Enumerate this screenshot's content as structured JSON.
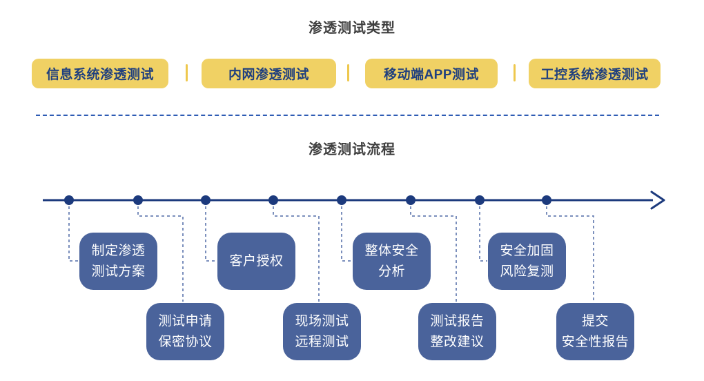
{
  "type_section": {
    "title": "渗透测试类型",
    "items": [
      {
        "label": "信息系统渗透测试"
      },
      {
        "label": "内网渗透测试"
      },
      {
        "label": "移动端APP测试"
      },
      {
        "label": "工控系统渗透测试"
      }
    ]
  },
  "flow_section": {
    "title": "渗透测试流程",
    "steps": [
      {
        "lines": [
          "制定渗透",
          "测试方案"
        ]
      },
      {
        "lines": [
          "测试申请",
          "保密协议"
        ]
      },
      {
        "lines": [
          "客户授权"
        ]
      },
      {
        "lines": [
          "现场测试",
          "远程测试"
        ]
      },
      {
        "lines": [
          "整体安全",
          "分析"
        ]
      },
      {
        "lines": [
          "测试报告",
          "整改建议"
        ]
      },
      {
        "lines": [
          "安全加固",
          "风险复测"
        ]
      },
      {
        "lines": [
          "提交",
          "安全性报告"
        ]
      }
    ]
  },
  "colors": {
    "type_box_fill": "#f0d164",
    "type_box_text": "#20407e",
    "type_divider": "#eec84e",
    "separator_dash": "#2e5cb4",
    "timeline": "#1c3a7d",
    "connector_dash": "#7b8fbc",
    "flow_box_fill": "#4a639b",
    "flow_box_text": "#ffffff",
    "title_text": "#3f3f3f"
  }
}
